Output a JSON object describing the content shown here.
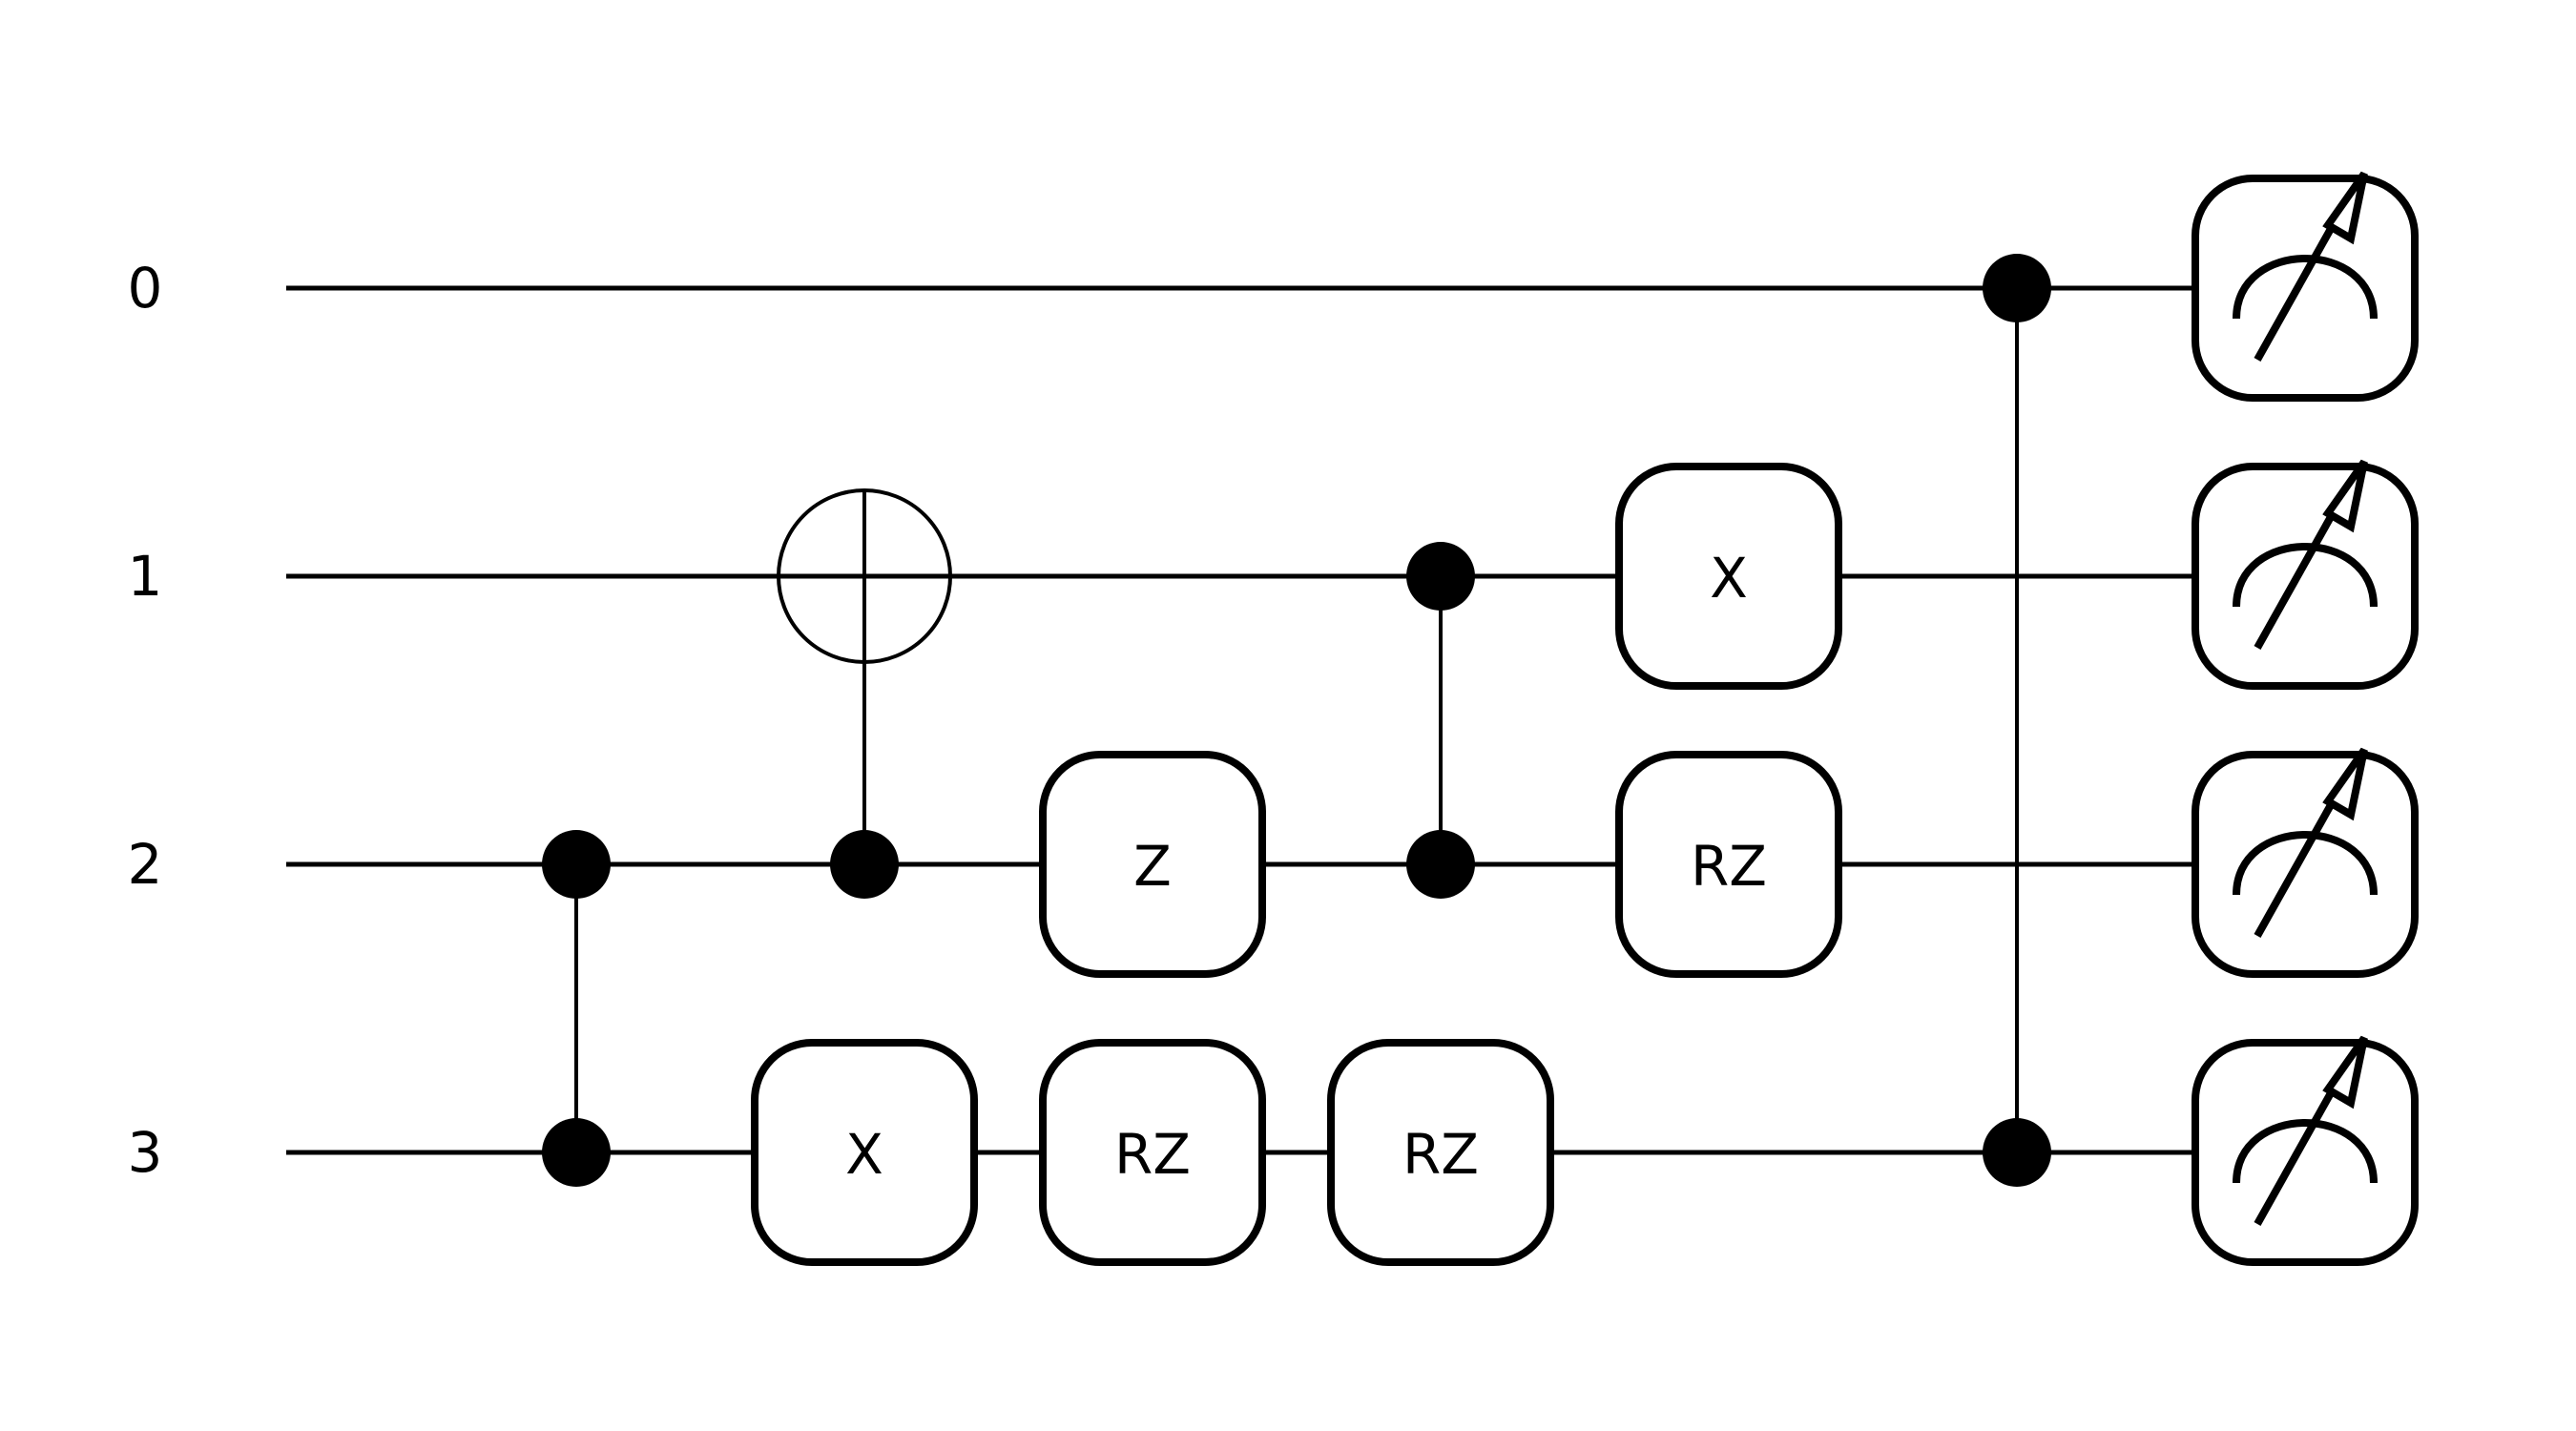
{
  "wires": [
    {
      "label": "0"
    },
    {
      "label": "1"
    },
    {
      "label": "2"
    },
    {
      "label": "3"
    }
  ],
  "operations": [
    {
      "type": "control",
      "control": 2,
      "target": 3,
      "column": 0
    },
    {
      "type": "cnot",
      "control": 2,
      "target": 1,
      "column": 1
    },
    {
      "type": "gate",
      "wire": 3,
      "label": "X",
      "column": 1
    },
    {
      "type": "gate",
      "wire": 2,
      "label": "Z",
      "column": 2
    },
    {
      "type": "gate",
      "wire": 3,
      "label": "RZ",
      "column": 2
    },
    {
      "type": "control",
      "control": 1,
      "target": 2,
      "column": 3
    },
    {
      "type": "gate",
      "wire": 3,
      "label": "RZ",
      "column": 3
    },
    {
      "type": "gate",
      "wire": 1,
      "label": "X",
      "column": 4
    },
    {
      "type": "gate",
      "wire": 2,
      "label": "RZ",
      "column": 4
    },
    {
      "type": "control",
      "control": 0,
      "target": 3,
      "column": 5
    },
    {
      "type": "measure",
      "wire": 0,
      "column": 6
    },
    {
      "type": "measure",
      "wire": 1,
      "column": 6
    },
    {
      "type": "measure",
      "wire": 2,
      "column": 6
    },
    {
      "type": "measure",
      "wire": 3,
      "column": 6
    }
  ],
  "colors": {
    "line": "#000000",
    "background": "#ffffff"
  },
  "icons": {
    "measure": "measurement-meter-icon"
  }
}
